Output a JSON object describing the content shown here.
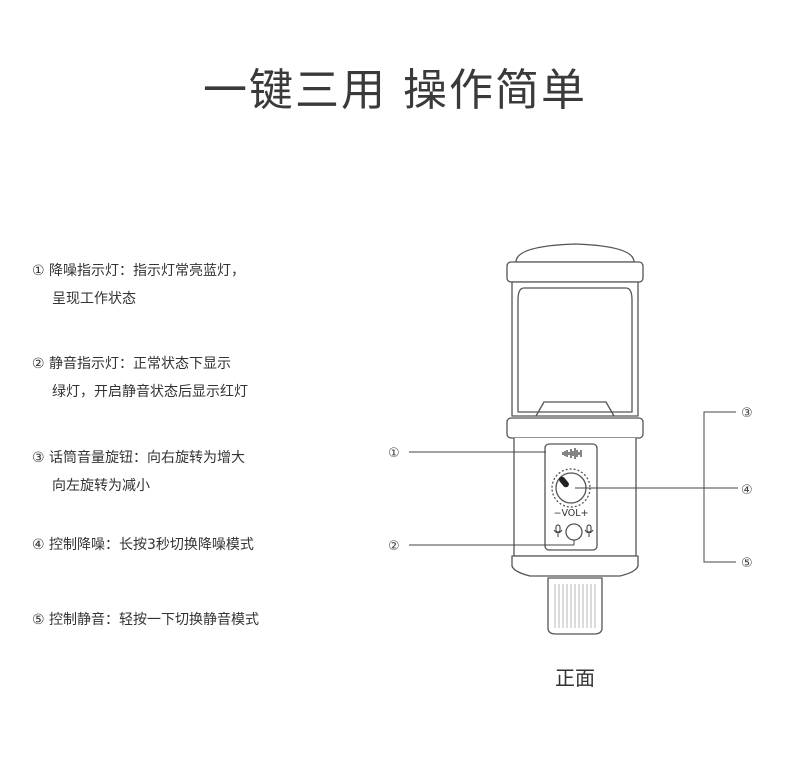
{
  "title": "一键三用 操作简单",
  "features": [
    {
      "line1": "① 降噪指示灯：指示灯常亮蓝灯，",
      "line2": "呈现工作状态"
    },
    {
      "line1": "② 静音指示灯：正常状态下显示",
      "line2": "绿灯，开启静音状态后显示红灯"
    },
    {
      "line1": "③ 话筒音量旋钮：向右旋转为增大",
      "line2": "向左旋转为减小"
    },
    {
      "line1": "④ 控制降噪：长按3秒切换降噪模式",
      "line2": ""
    },
    {
      "line1": "⑤ 控制静音：轻按一下切换静音模式",
      "line2": ""
    }
  ],
  "diagram": {
    "vol_label": "−VOL+",
    "callouts": [
      "①",
      "②",
      "③",
      "④",
      "⑤"
    ],
    "caption": "正面"
  }
}
